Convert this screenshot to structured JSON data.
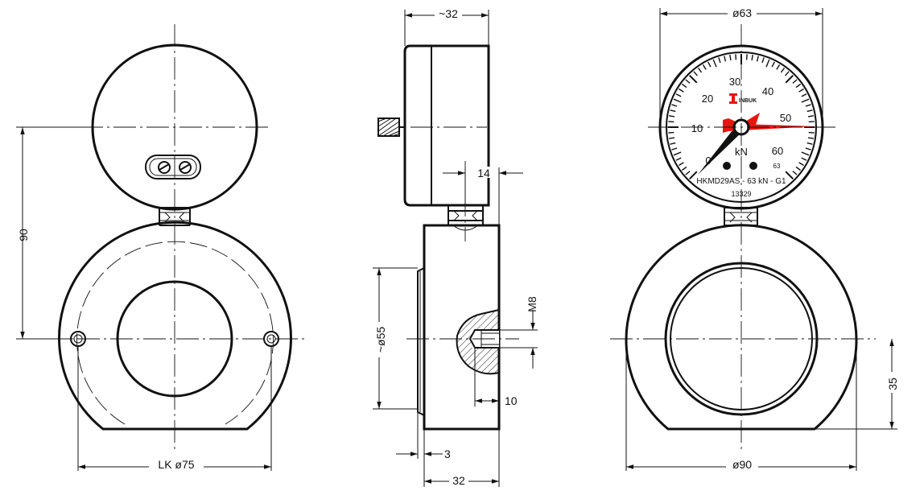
{
  "dimensions": {
    "top_width": "~32",
    "gauge_diameter": "ø63",
    "height": "90",
    "boss_depth": "14",
    "recess_diameter": "ø55",
    "thread": "M8",
    "thread_depth": "10",
    "lip": "3",
    "body_width": "32",
    "bolt_circle": "LK ø75",
    "body_diameter": "ø90",
    "center_height": "35"
  },
  "gauge": {
    "scale_labels": [
      "0",
      "10",
      "20",
      "30",
      "40",
      "50",
      "60"
    ],
    "unit": "kN",
    "logo_text": "INBUK",
    "class_label": "63",
    "model": "HKMD29AS - 63 kN - G1",
    "serial": "13329"
  },
  "colors": {
    "line": "#111111",
    "needle_red": "#e8150f",
    "needle_black": "#111111",
    "hatch": "#111111"
  }
}
